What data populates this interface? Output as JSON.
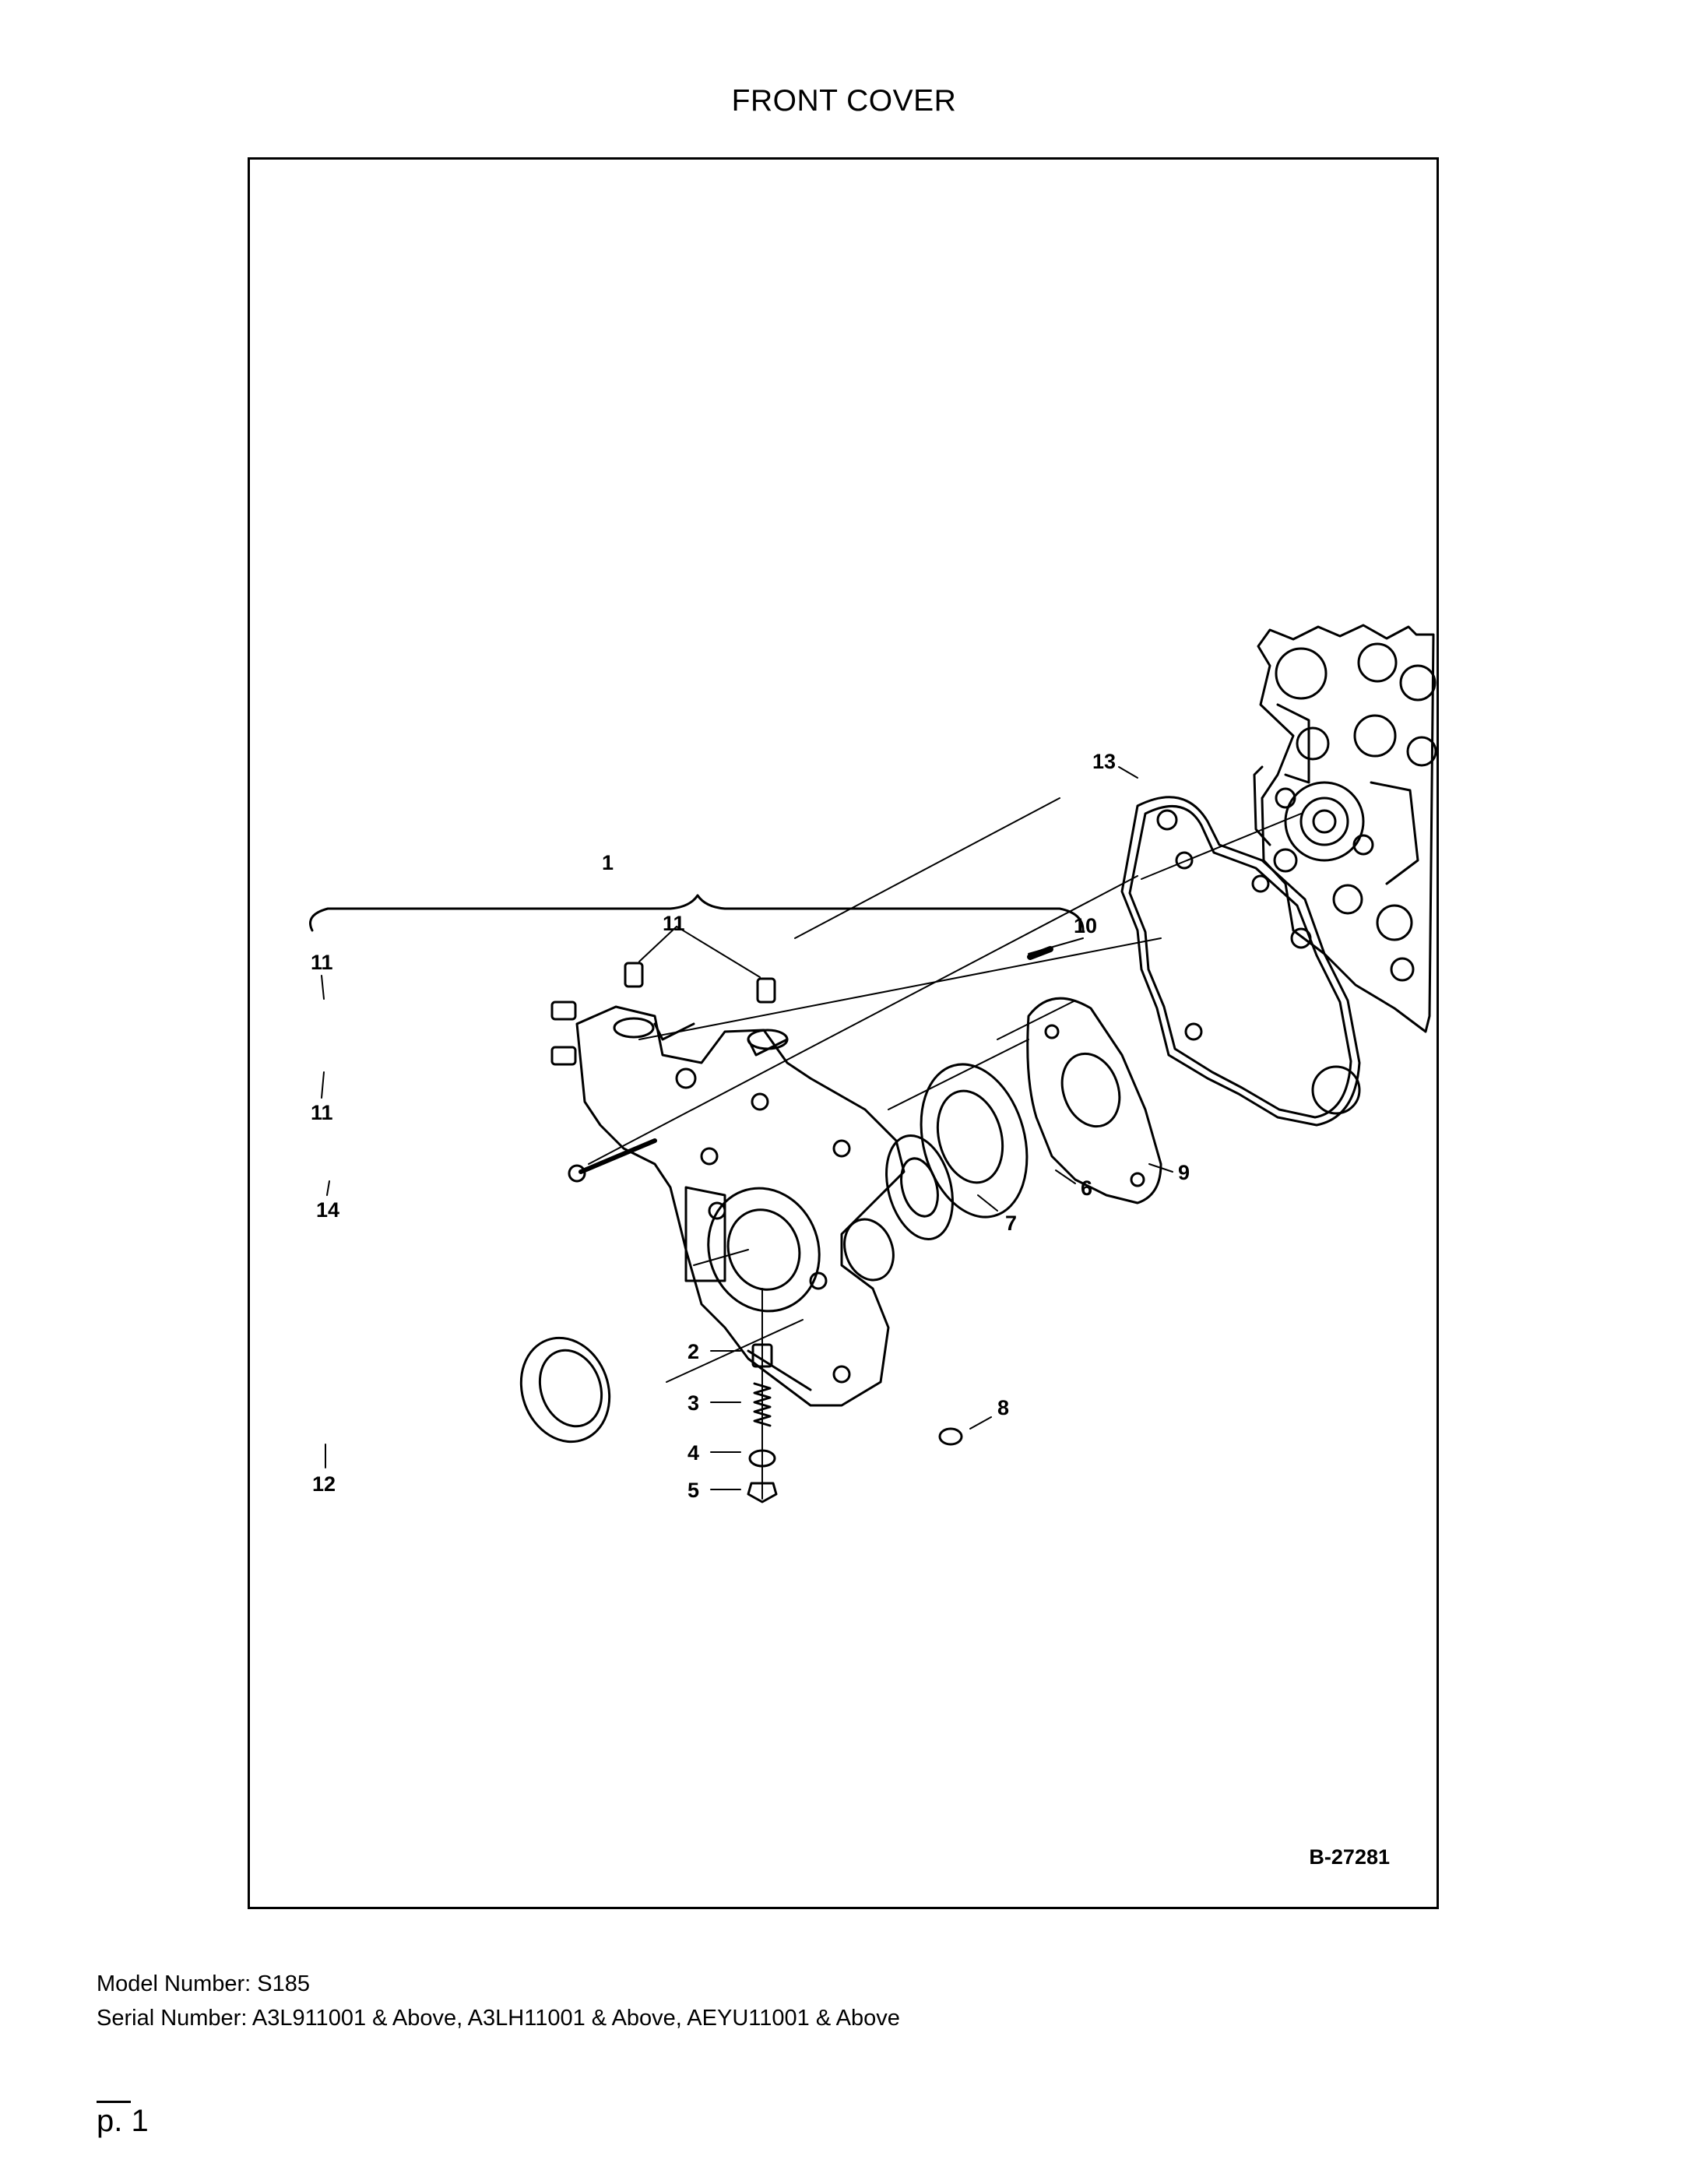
{
  "page": {
    "title": "FRONT COVER",
    "figure_ref": "B-27281",
    "model_line": "Model Number: S185",
    "serial_line": "Serial Number: A3L911001 & Above, A3LH11001 & Above, AEYU11001 & Above",
    "page_number": "p. 1"
  },
  "callouts": [
    "1",
    "2",
    "3",
    "4",
    "5",
    "6",
    "7",
    "8",
    "9",
    "10",
    "11",
    "11",
    "11",
    "12",
    "13",
    "14"
  ]
}
